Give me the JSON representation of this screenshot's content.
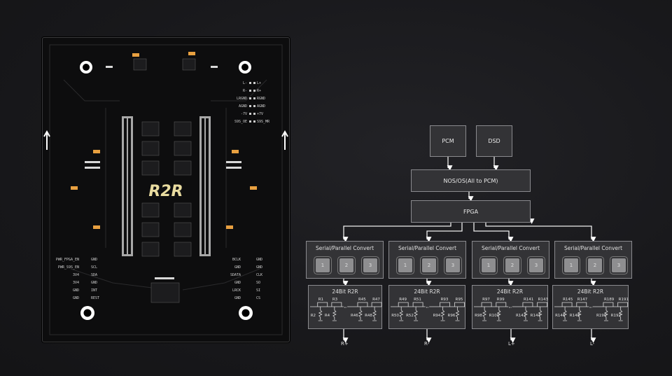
{
  "pcb": {
    "logo": "R2R",
    "top_labels": [
      [
        "L-",
        "L+"
      ],
      [
        "R-",
        "R+"
      ],
      [
        "LRGND",
        "RGND"
      ],
      [
        "AGND",
        "AGND"
      ],
      [
        "-7V",
        "+7V"
      ],
      [
        "S9S_OE",
        "S9S_MR"
      ]
    ],
    "bottom_left_labels": [
      [
        "PWR_FPGA_EN",
        "GND"
      ],
      [
        "PWR_S9S_EN",
        "SCL"
      ],
      [
        "3V4",
        "SDA"
      ],
      [
        "3V4",
        "GND"
      ],
      [
        "GND",
        "INT"
      ],
      [
        "GND",
        "REST"
      ]
    ],
    "bottom_right_labels": [
      [
        "BCLK",
        "GND"
      ],
      [
        "GND",
        "GND"
      ],
      [
        "SDATA",
        "CLK"
      ],
      [
        "GND",
        "SO"
      ],
      [
        "LRCK",
        "SI"
      ],
      [
        "GND",
        "CS"
      ]
    ]
  },
  "diagram": {
    "inputs": [
      "PCM",
      "DSD"
    ],
    "nos": "NOS/OS(All to PCM)",
    "fpga": "FPGA",
    "channels": [
      {
        "convert": "Serial/Parallel Convert",
        "chips": [
          "1",
          "2",
          "3"
        ],
        "r2r": "24Bit R2R",
        "top": [
          "R1",
          "R3",
          "R45",
          "R47"
        ],
        "bottom": [
          "R2",
          "R4",
          "R46",
          "R48"
        ],
        "output": "R+"
      },
      {
        "convert": "Serial/Parallel Convert",
        "chips": [
          "1",
          "2",
          "3"
        ],
        "r2r": "24Bit R2R",
        "top": [
          "R49",
          "R51",
          "R93",
          "R95"
        ],
        "bottom": [
          "R50",
          "R52",
          "R94",
          "R96"
        ],
        "output": "R-"
      },
      {
        "convert": "Serial/Parallel Convert",
        "chips": [
          "1",
          "2",
          "3"
        ],
        "r2r": "24Bit R2R",
        "top": [
          "R97",
          "R99",
          "R141",
          "R143"
        ],
        "bottom": [
          "R98",
          "R100",
          "R142",
          "R144"
        ],
        "output": "L+"
      },
      {
        "convert": "Serial/Parallel Convert",
        "chips": [
          "1",
          "2",
          "3"
        ],
        "r2r": "24Bit R2R",
        "top": [
          "R145",
          "R147",
          "R189",
          "R191"
        ],
        "bottom": [
          "R146",
          "R148",
          "R190",
          "R192"
        ],
        "output": "L-"
      }
    ]
  }
}
